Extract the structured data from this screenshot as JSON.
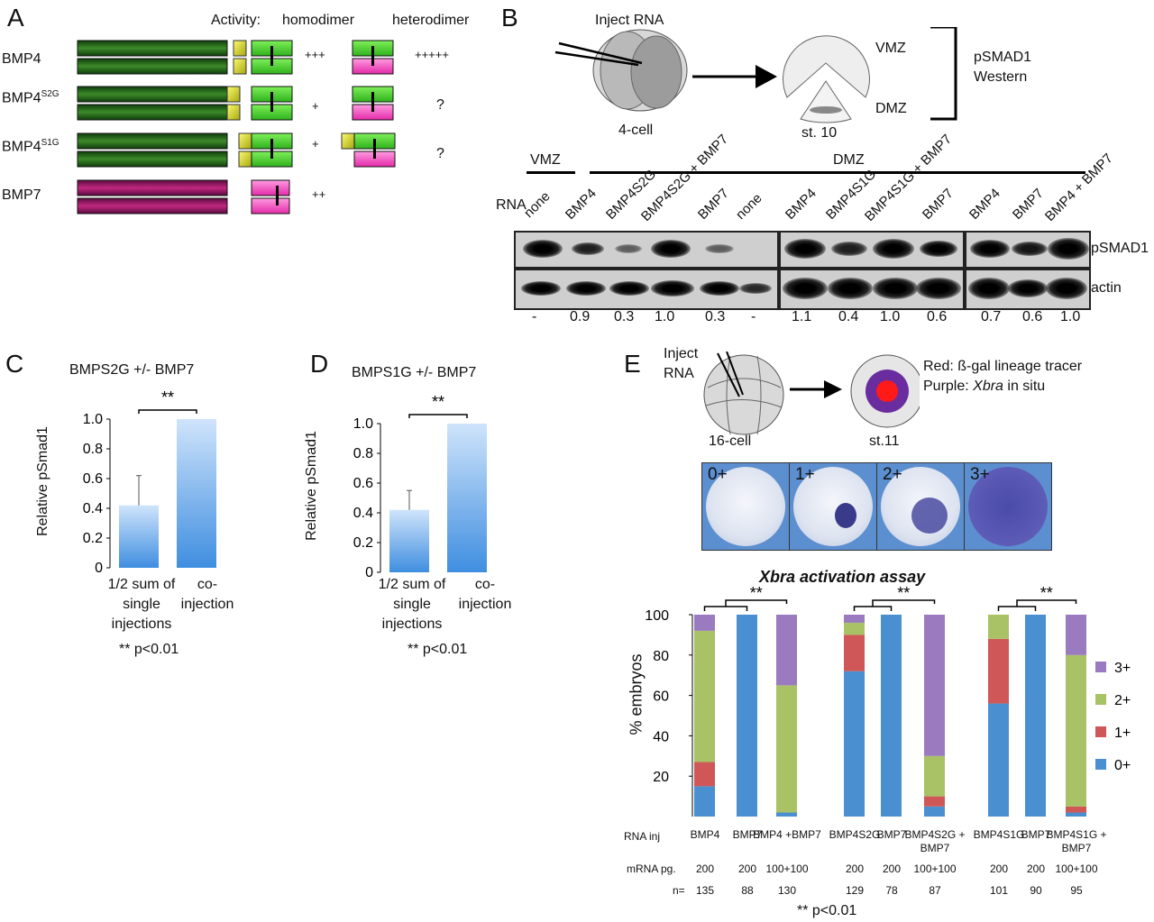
{
  "panelA": {
    "label": "A",
    "header_activity": "Activity:",
    "header_homodimer": "homodimer",
    "header_heterodimer": "heterodimer",
    "rows": [
      {
        "name": "BMP4",
        "sup": "",
        "homo": "+++",
        "hetero": "+++++"
      },
      {
        "name": "BMP4",
        "sup": "S2G",
        "homo": "+",
        "hetero": "?"
      },
      {
        "name": "BMP4",
        "sup": "S1G",
        "homo": "+",
        "hetero": "?"
      },
      {
        "name": "BMP7",
        "sup": "",
        "homo": "++",
        "hetero": ""
      }
    ],
    "colors": {
      "bmp4": "#2f7a1f",
      "bmp7": "#b0177a",
      "mature4": "#44d62c",
      "mature7": "#ff4fc6",
      "prodomain": "#e6e63a"
    }
  },
  "panelB": {
    "label": "B",
    "inject_rna": "Inject RNA",
    "four_cell": "4-cell",
    "st10": "st. 10",
    "vmz": "VMZ",
    "dmz": "DMZ",
    "western_line1": "pSMAD1",
    "western_line2": "Western",
    "group_vmz": "VMZ",
    "group_dmz": "DMZ",
    "rna": "RNA",
    "lanes": [
      "none",
      "BMP4",
      "BMP4S2G",
      "BMP4S2G + BMP7",
      "BMP7",
      "none",
      "BMP4",
      "BMP4S1G",
      "BMP4S1G + BMP7",
      "BMP7",
      "BMP4",
      "BMP7",
      "BMP4 + BMP7"
    ],
    "row_pSMAD1": "pSMAD1",
    "row_actin": "actin",
    "quant": [
      "-",
      "0.9",
      "0.3",
      "1.0",
      "0.3",
      "-",
      "1.1",
      "0.4",
      "1.0",
      "0.6",
      "0.7",
      "0.6",
      "1.0"
    ]
  },
  "panelC": {
    "label": "C",
    "chart_data": {
      "type": "bar",
      "title": "BMPS2G +/- BMP7",
      "ylabel": "Relative pSmad1",
      "categories": [
        "1/2 sum of single injections",
        "co-injection"
      ],
      "values": [
        0.42,
        1.0
      ],
      "errors": [
        0.2,
        0.0
      ],
      "ylim": [
        0,
        1.0
      ],
      "yticks": [
        "0",
        "0.2",
        "0.4",
        "0.6",
        "0.8",
        "1.0"
      ],
      "significance": "**",
      "footnote": "** p<0.01"
    }
  },
  "panelD": {
    "label": "D",
    "chart_data": {
      "type": "bar",
      "title": "BMPS1G +/- BMP7",
      "ylabel": "Relative pSmad1",
      "categories": [
        "1/2 sum of single injections",
        "co-injection"
      ],
      "values": [
        0.42,
        1.0
      ],
      "errors": [
        0.13,
        0.0
      ],
      "ylim": [
        0,
        1.0
      ],
      "yticks": [
        "0",
        "0.2",
        "0.4",
        "0.6",
        "0.8",
        "1.0"
      ],
      "significance": "**",
      "footnote": "** p<0.01"
    }
  },
  "panelE": {
    "label": "E",
    "inject": "Inject",
    "rna": "RNA",
    "sixteen_cell": "16-cell",
    "st11": "st.11",
    "red_note": "Red: ß-gal lineage tracer",
    "purple_note_prefix": "Purple: ",
    "purple_note_italic": "Xbra",
    "purple_note_suffix": " in situ",
    "photos": [
      "0+",
      "1+",
      "2+",
      "3+"
    ],
    "chart_data": {
      "type": "bar",
      "stacked": true,
      "title": "Xbra activation assay",
      "ylabel": "% embryos",
      "ylim": [
        0,
        100
      ],
      "yticks": [
        "20",
        "40",
        "60",
        "80",
        "100"
      ],
      "categories": [
        "BMP4",
        "BMP7",
        "BMP4 +BMP7",
        "BMP4S2G",
        "BMP7",
        "BMP4S2G + BMP7",
        "BMP4S1G",
        "BMP7",
        "BMP4S1G + BMP7"
      ],
      "series": [
        {
          "name": "0+",
          "color": "#4a8fd0",
          "values": [
            15,
            100,
            2,
            72,
            100,
            5,
            56,
            100,
            2
          ]
        },
        {
          "name": "1+",
          "color": "#cf5757",
          "values": [
            12,
            0,
            0,
            18,
            0,
            5,
            32,
            0,
            3
          ]
        },
        {
          "name": "2+",
          "color": "#a8c265",
          "values": [
            65,
            0,
            63,
            6,
            0,
            20,
            12,
            0,
            75
          ]
        },
        {
          "name": "3+",
          "color": "#9b7bbf",
          "values": [
            8,
            0,
            35,
            4,
            0,
            70,
            0,
            0,
            20
          ]
        }
      ],
      "legend": [
        "3+",
        "2+",
        "1+",
        "0+"
      ],
      "row_rna_inj": "RNA inj",
      "row_mrna": "mRNA pg.",
      "mrna": [
        "200",
        "200",
        "100+100",
        "200",
        "200",
        "100+100",
        "200",
        "200",
        "100+100"
      ],
      "row_n": "n=",
      "n": [
        "135",
        "88",
        "130",
        "129",
        "78",
        "87",
        "101",
        "90",
        "95"
      ],
      "significance": "**",
      "footnote": "** p<0.01"
    }
  }
}
